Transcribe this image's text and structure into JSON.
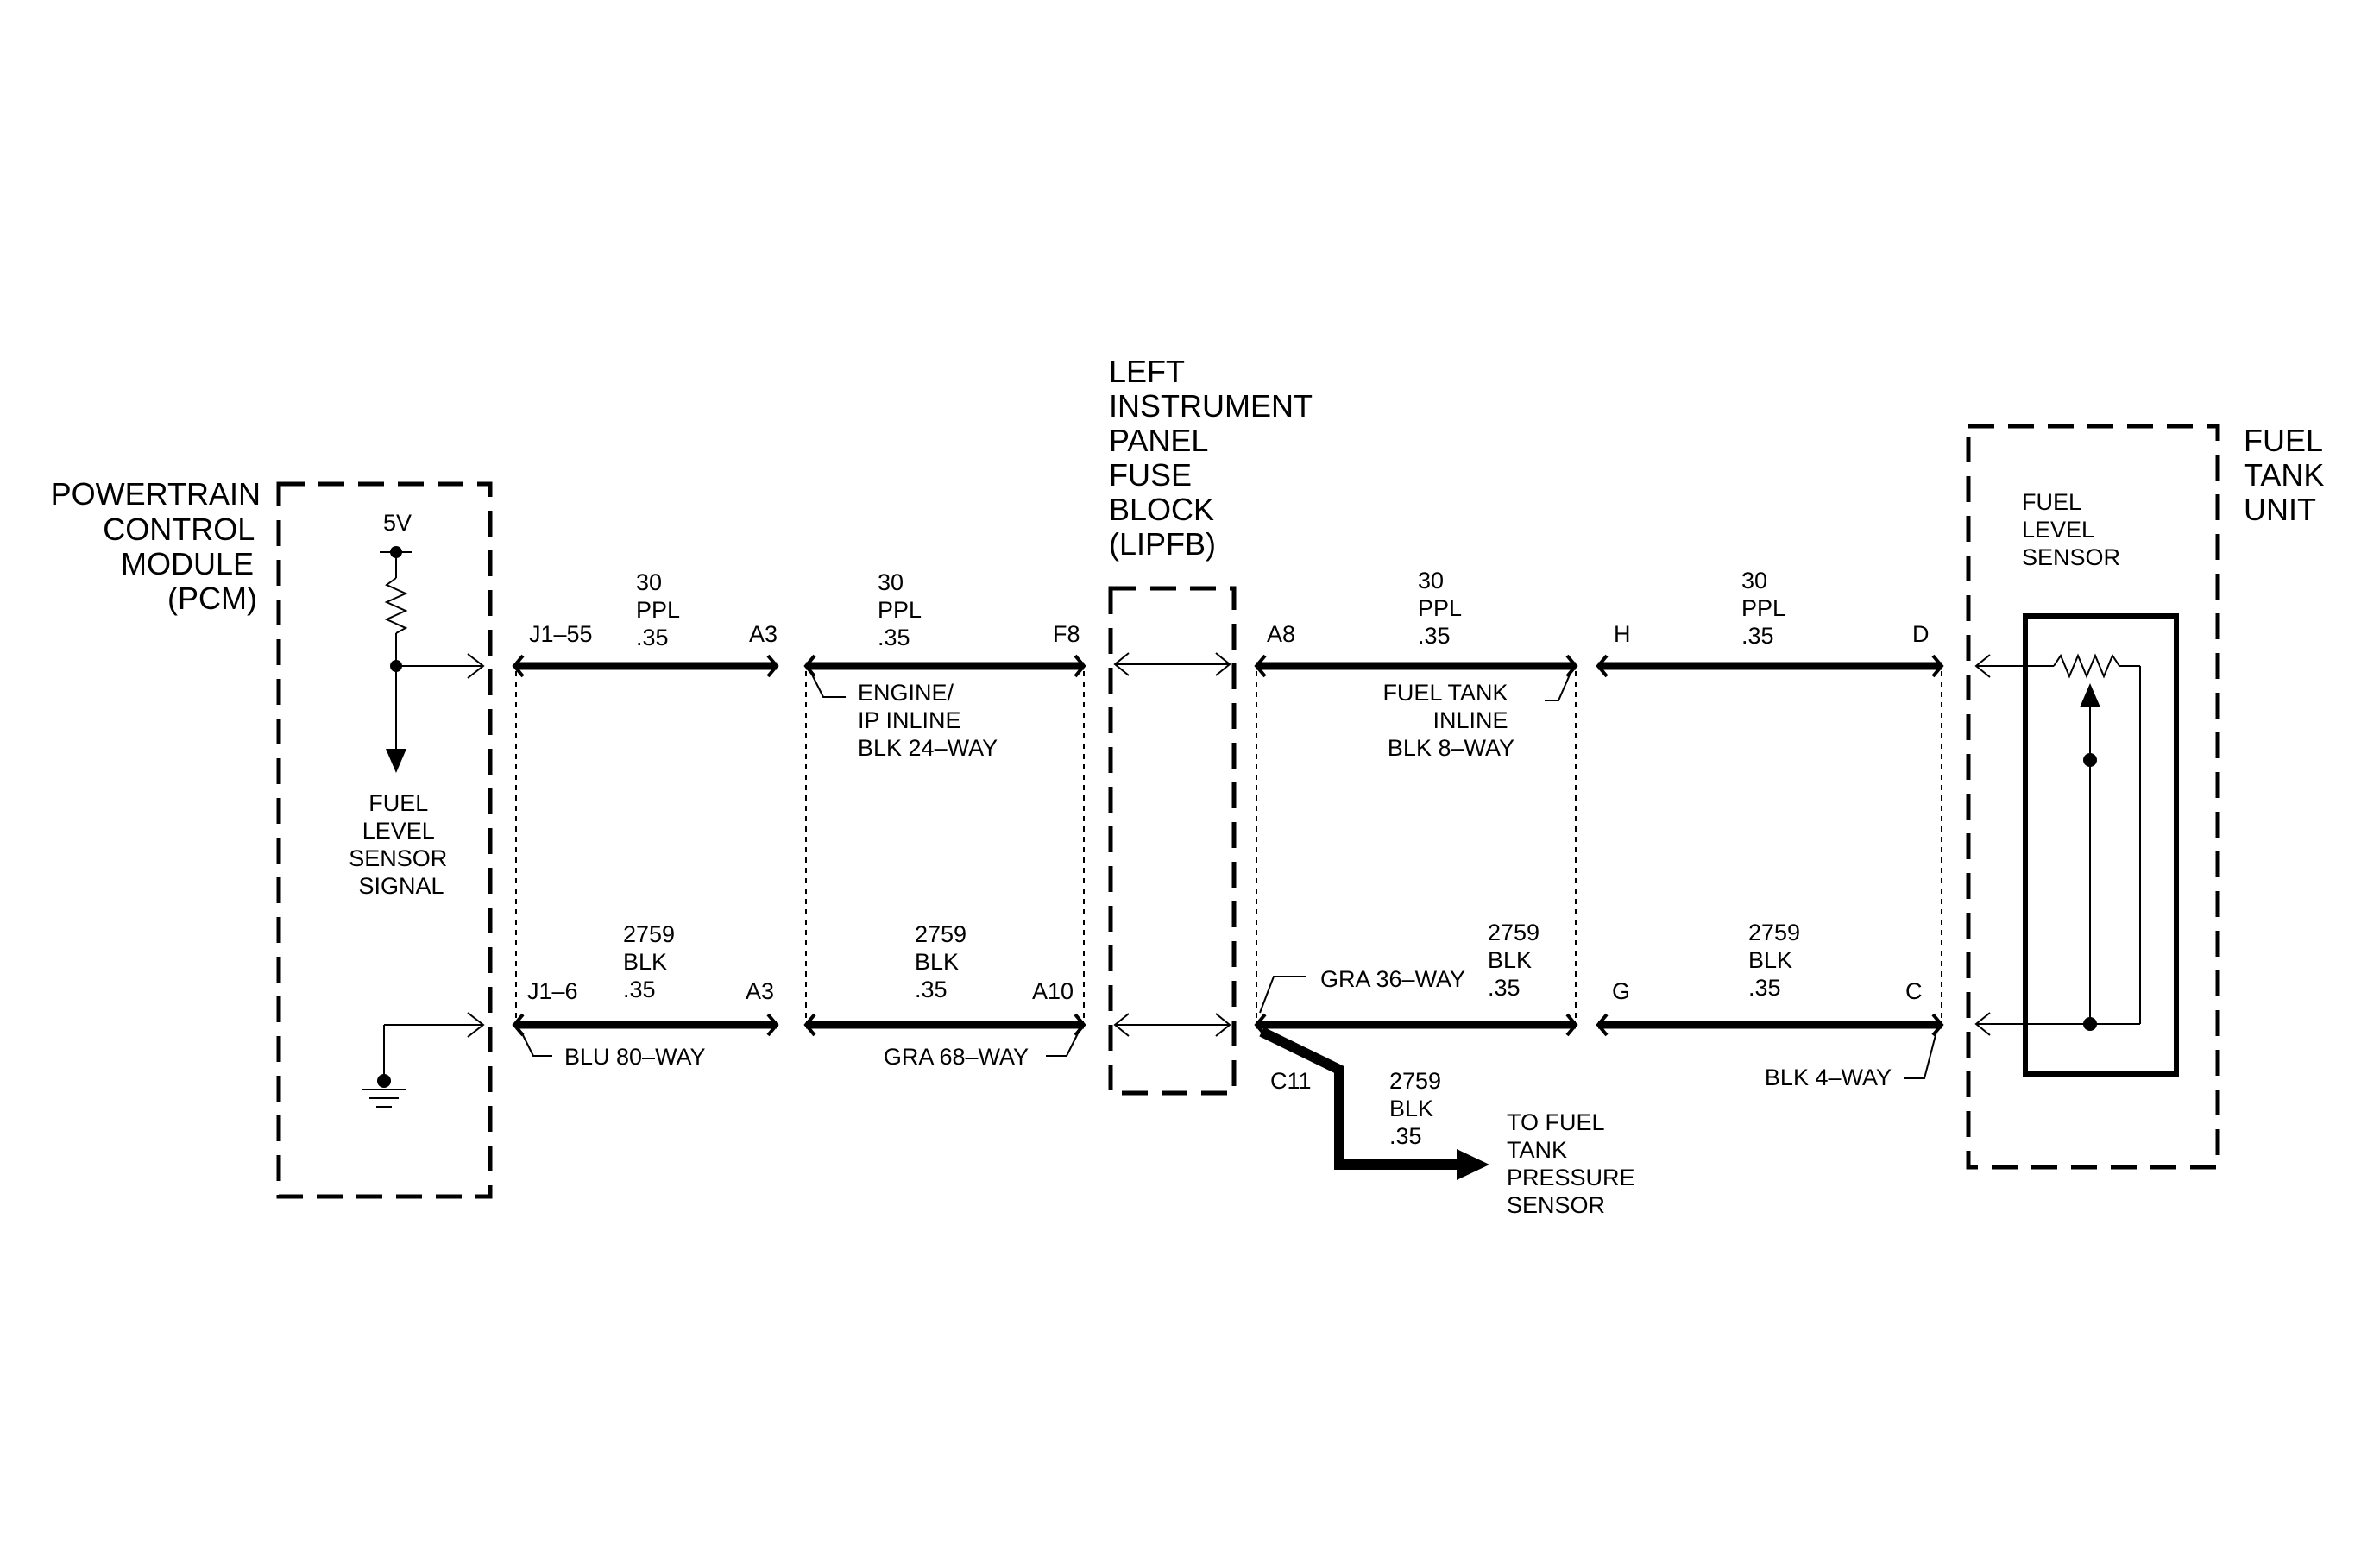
{
  "components": {
    "pcm": {
      "label_lines": [
        "POWERTRAIN",
        "CONTROL",
        "MODULE",
        "(PCM)"
      ]
    },
    "lipfb": {
      "label_lines": [
        "LEFT",
        "INSTRUMENT",
        "PANEL",
        "FUSE",
        "BLOCK",
        "(LIPFB)"
      ]
    },
    "fuel_tank_unit": {
      "label_lines": [
        "FUEL",
        "TANK",
        "UNIT"
      ]
    },
    "fuel_level_sensor": {
      "label_lines": [
        "FUEL",
        "LEVEL",
        "SENSOR"
      ]
    }
  },
  "pcm_internal": {
    "supply": "5V",
    "signal_lines": [
      "FUEL",
      "LEVEL",
      "SENSOR",
      "SIGNAL"
    ]
  },
  "circuits": {
    "signal": {
      "segments": [
        {
          "lines": [
            "30",
            "PPL",
            ".35"
          ],
          "pin_left": "J1–55",
          "pin_right": "A3"
        },
        {
          "lines": [
            "30",
            "PPL",
            ".35"
          ],
          "pin_left": "",
          "pin_right": "F8"
        },
        {
          "lines": [
            "30",
            "PPL",
            ".35"
          ],
          "pin_left": "A8",
          "pin_right": ""
        },
        {
          "lines": [
            "30",
            "PPL",
            ".35"
          ],
          "pin_left": "H",
          "pin_right": "D"
        }
      ]
    },
    "ground": {
      "segments": [
        {
          "lines": [
            "2759",
            "BLK",
            ".35"
          ],
          "pin_left": "J1–6",
          "pin_right": "A3"
        },
        {
          "lines": [
            "2759",
            "BLK",
            ".35"
          ],
          "pin_left": "",
          "pin_right": "A10"
        },
        {
          "lines": [
            "2759",
            "BLK",
            ".35"
          ],
          "pin_left": "",
          "pin_right": ""
        },
        {
          "lines": [
            "2759",
            "BLK",
            ".35"
          ],
          "pin_left": "G",
          "pin_right": "C"
        }
      ]
    },
    "branch": {
      "splice": "C11",
      "lines": [
        "2759",
        "BLK",
        ".35"
      ],
      "destination_lines": [
        "TO FUEL",
        "TANK",
        "PRESSURE",
        "SENSOR"
      ]
    }
  },
  "connectors": {
    "engine_ip_inline": [
      "ENGINE/",
      "IP INLINE",
      "BLK 24–WAY"
    ],
    "fuel_tank_inline": [
      "FUEL TANK",
      "INLINE",
      "BLK 8–WAY"
    ],
    "pcm_blu": "BLU 80–WAY",
    "lipfb_gra68": "GRA 68–WAY",
    "lipfb_gra36": "GRA 36–WAY",
    "sensor_blk4": "BLK 4–WAY"
  }
}
